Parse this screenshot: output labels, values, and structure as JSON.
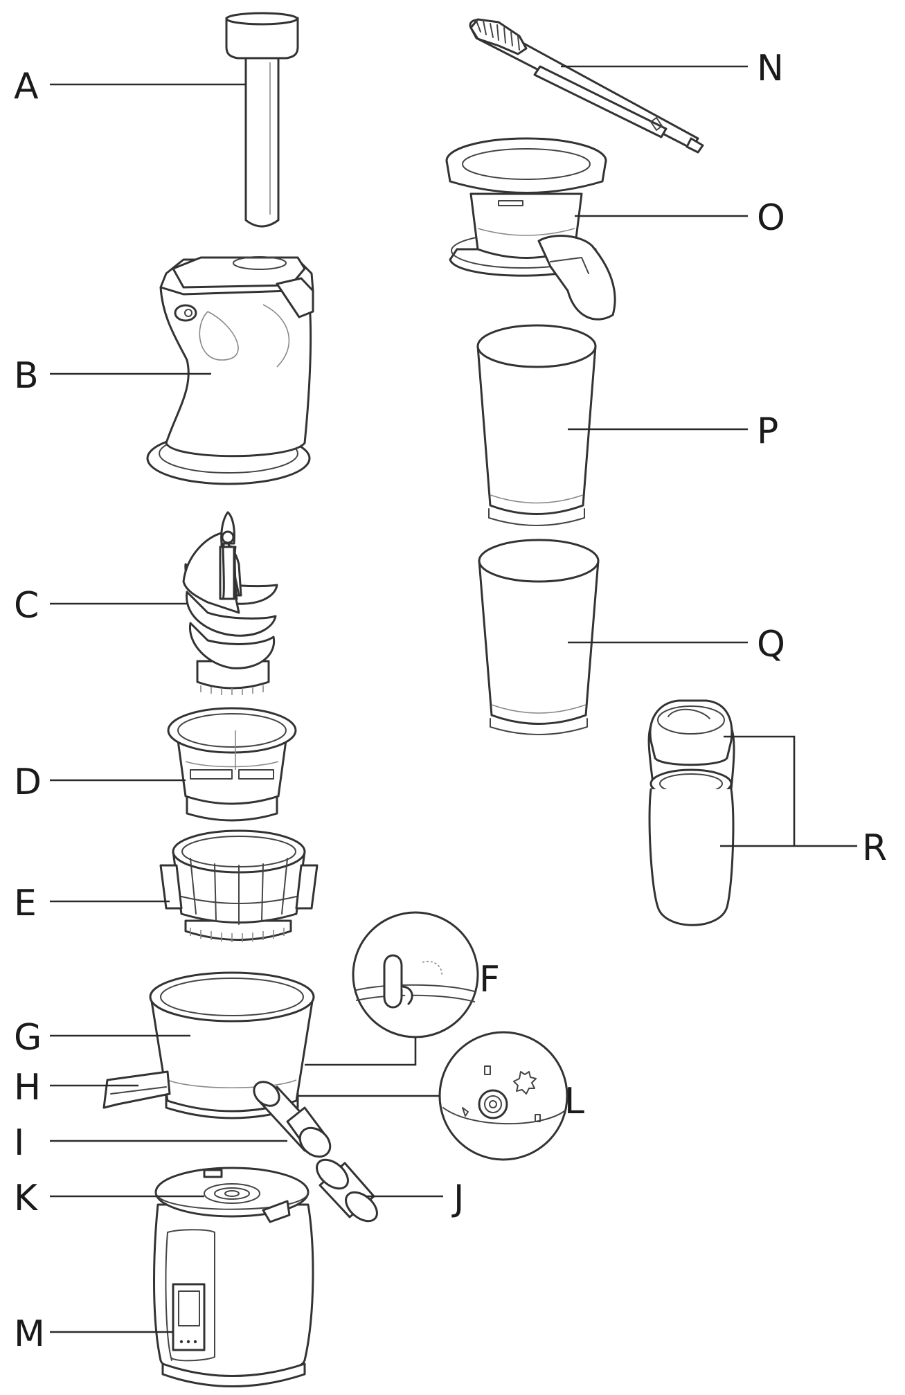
{
  "parts": [
    {
      "id": "a",
      "label": "A"
    },
    {
      "id": "b",
      "label": "B"
    },
    {
      "id": "c",
      "label": "C"
    },
    {
      "id": "d",
      "label": "D"
    },
    {
      "id": "e",
      "label": "E"
    },
    {
      "id": "f",
      "label": "F"
    },
    {
      "id": "g",
      "label": "G"
    },
    {
      "id": "h",
      "label": "H"
    },
    {
      "id": "i",
      "label": "I"
    },
    {
      "id": "j",
      "label": "J"
    },
    {
      "id": "k",
      "label": "K"
    },
    {
      "id": "l",
      "label": "L"
    },
    {
      "id": "m",
      "label": "M"
    },
    {
      "id": "n",
      "label": "N"
    },
    {
      "id": "o",
      "label": "O"
    },
    {
      "id": "p",
      "label": "P"
    },
    {
      "id": "q",
      "label": "Q"
    },
    {
      "id": "r",
      "label": "R"
    }
  ],
  "colors": {
    "line": "#333333",
    "background": "#ffffff"
  }
}
